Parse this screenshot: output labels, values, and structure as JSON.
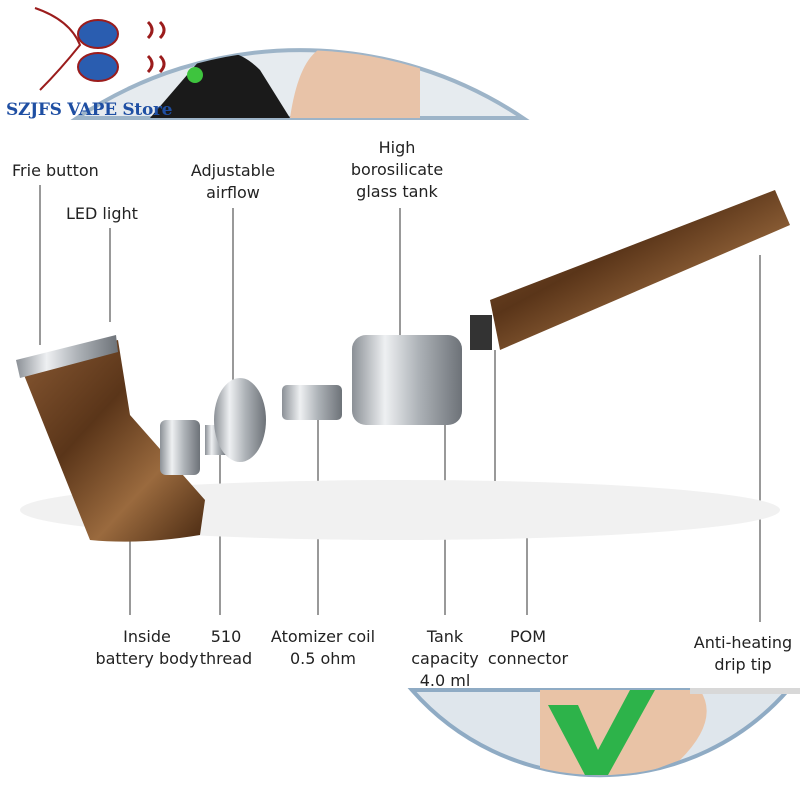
{
  "logo": {
    "text": "SZJFS VAPE Store"
  },
  "labels": {
    "fire_button": [
      "Frie button"
    ],
    "led_light": [
      "LED light"
    ],
    "airflow": [
      "Adjustable",
      "airflow"
    ],
    "glass_tank": [
      "High",
      "borosilicate",
      "glass tank"
    ],
    "battery_body": [
      "Inside",
      "battery body"
    ],
    "thread": [
      "510",
      "thread"
    ],
    "coil": [
      "Atomizer coil",
      "0.5 ohm"
    ],
    "capacity": [
      "Tank",
      "capacity",
      "4.0 ml"
    ],
    "pom": [
      "POM",
      "connector"
    ],
    "drip_tip": [
      "Anti-heating",
      "drip tip"
    ]
  },
  "colors": {
    "logo_blue": "#1f4fa3",
    "logo_red": "#9b1c1c",
    "wood": "#6b4426",
    "steel": "#c9cdd2",
    "check_green": "#2db34a"
  }
}
